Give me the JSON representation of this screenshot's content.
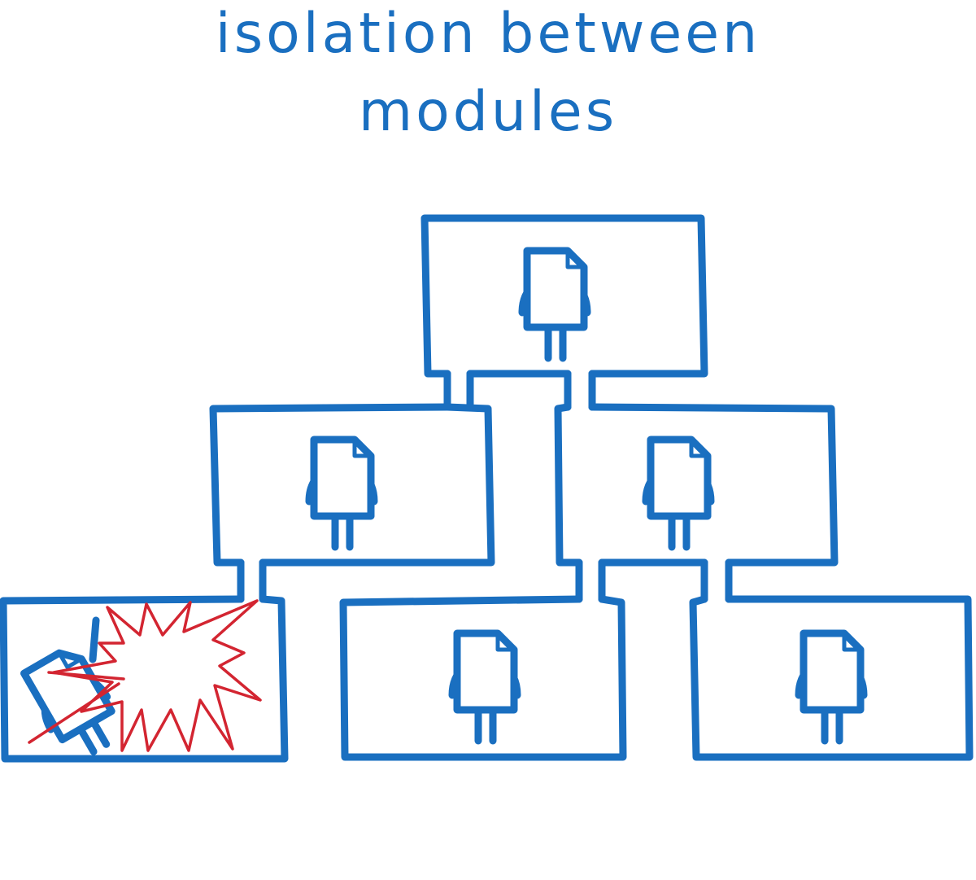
{
  "title": {
    "line1": "isolation between",
    "line2": "modules"
  },
  "colors": {
    "ink": "#1a6fc0",
    "failure": "#d32531",
    "background": "#ffffff"
  },
  "modules": [
    {
      "id": "top",
      "icon": "file-character-icon",
      "state": "healthy"
    },
    {
      "id": "middle-left",
      "icon": "file-character-icon",
      "state": "healthy"
    },
    {
      "id": "middle-right",
      "icon": "file-character-icon",
      "state": "healthy"
    },
    {
      "id": "bottom-left",
      "icon": "file-character-icon",
      "state": "failed"
    },
    {
      "id": "bottom-middle",
      "icon": "file-character-icon",
      "state": "healthy"
    },
    {
      "id": "bottom-right",
      "icon": "file-character-icon",
      "state": "healthy"
    }
  ]
}
